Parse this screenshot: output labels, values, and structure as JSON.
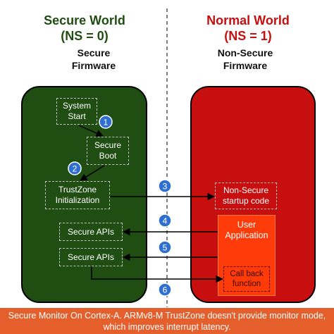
{
  "colors": {
    "secure_green": "#1f4d12",
    "normal_red": "#c80f0f",
    "user_app_orange": "#ff3b0a",
    "badge_blue": "#2f6fd0",
    "footer_orange": "#e45f2b"
  },
  "secure_world": {
    "title": "Secure World",
    "ns": "(NS = 0)",
    "subtitle_line1": "Secure",
    "subtitle_line2": "Firmware"
  },
  "normal_world": {
    "title": "Normal World",
    "ns": "(NS = 1)",
    "subtitle_line1": "Non-Secure",
    "subtitle_line2": "Firmware"
  },
  "secure_boxes": {
    "system_start": [
      "System",
      "Start"
    ],
    "secure_boot": [
      "Secure",
      "Boot"
    ],
    "trustzone_init": [
      "TrustZone",
      "Initialization"
    ],
    "secure_apis_1": "Secure APIs",
    "secure_apis_2": "Secure APIs"
  },
  "normal_boxes": {
    "ns_startup": [
      "Non-Secure",
      "startup code"
    ],
    "user_app": [
      "User",
      "Application"
    ],
    "callback": [
      "Call back",
      "function"
    ]
  },
  "steps": [
    "1",
    "2",
    "3",
    "4",
    "5",
    "6"
  ],
  "footer": {
    "line1": "Secure Monitor On Cortex-A. ARMv8-M TrustZone doesn't provide monitor mode,",
    "line2": "which improves interrupt latency."
  }
}
